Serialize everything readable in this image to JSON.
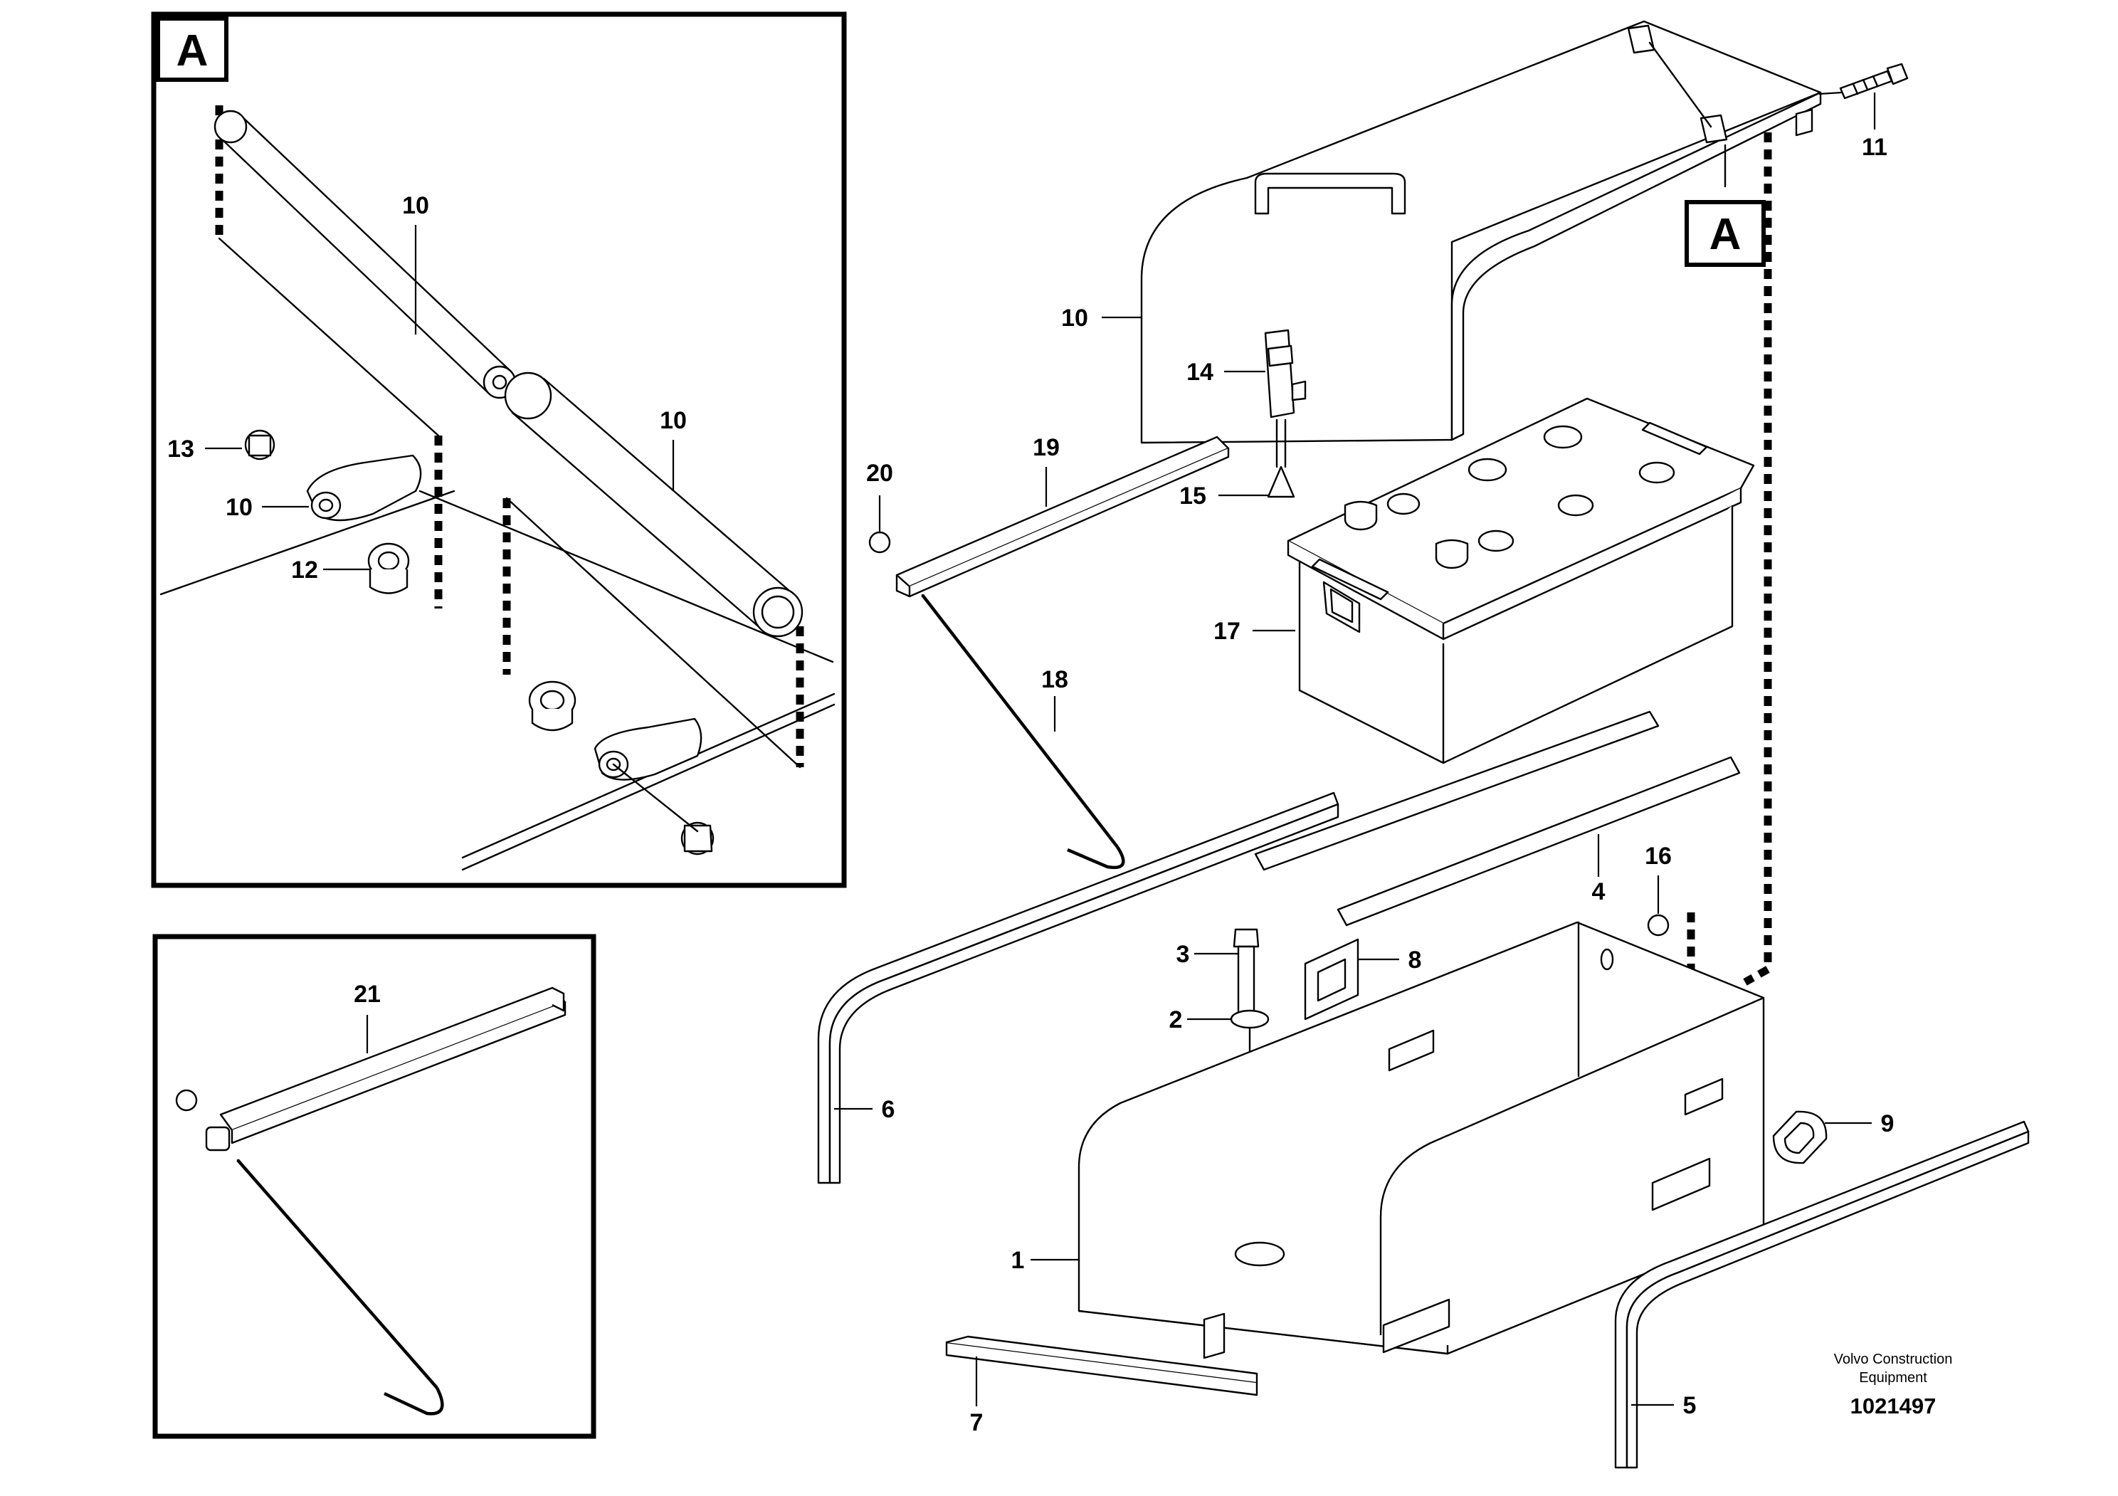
{
  "detail_tags": {
    "panel": "A",
    "reference": "A"
  },
  "brand": {
    "line1": "Volvo Construction",
    "line2": "Equipment"
  },
  "document_number": "1021497",
  "callouts": {
    "c1": "1",
    "c2": "2",
    "c3": "3",
    "c4": "4",
    "c5": "5",
    "c6": "6",
    "c7": "7",
    "c8": "8",
    "c9": "9",
    "c10_main": "10",
    "c11": "11",
    "c14": "14",
    "c15": "15",
    "c16": "16",
    "c17": "17",
    "c18": "18",
    "c19": "19",
    "c20": "20",
    "c21": "21",
    "a10_top": "10",
    "a10_mid": "10",
    "a10_left": "10",
    "a12": "12",
    "a13": "13"
  }
}
